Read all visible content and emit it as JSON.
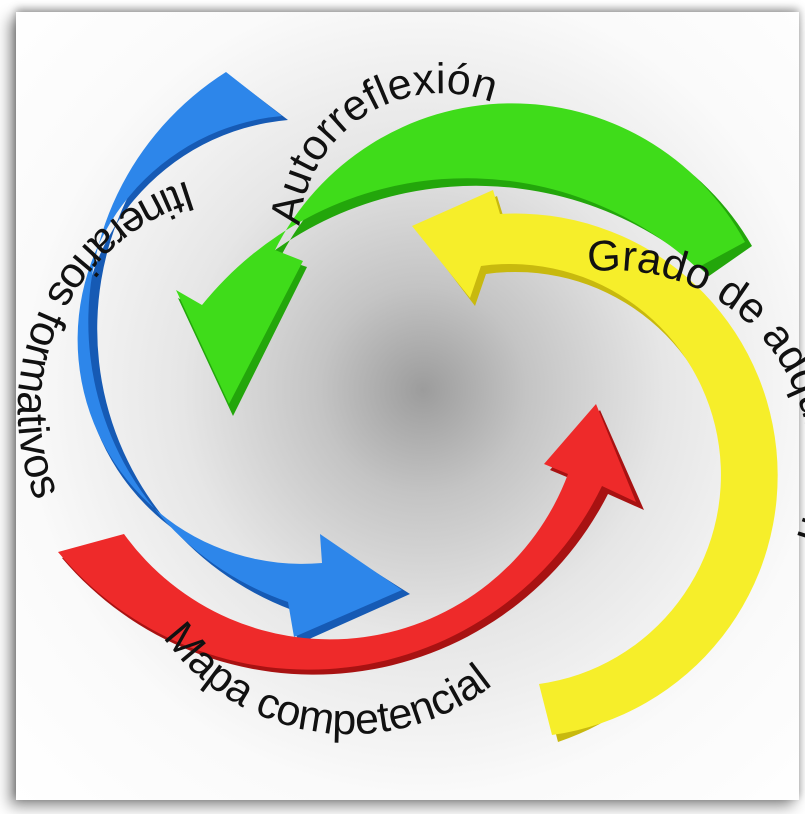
{
  "diagram": {
    "arrows": [
      {
        "id": "autorreflexion",
        "label": "Autorreflexión",
        "color": "#3fdc1a",
        "shade": "#23a60b"
      },
      {
        "id": "grado",
        "label": "Grado de adquisición",
        "color": "#f6ee2a",
        "shade": "#c8b90e"
      },
      {
        "id": "mapa",
        "label": "Mapa competencial",
        "color": "#ee2a2a",
        "shade": "#a81212"
      },
      {
        "id": "itinerarios",
        "label": "Itinerarios formativos",
        "color": "#2d86ea",
        "shade": "#165ab4"
      }
    ]
  }
}
